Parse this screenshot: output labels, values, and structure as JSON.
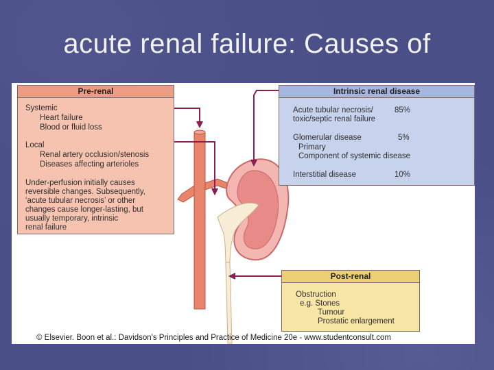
{
  "slide": {
    "title": "acute renal failure: Causes of"
  },
  "prerenal": {
    "header": "Pre-renal",
    "systemic": "Systemic",
    "heart_failure": "Heart failure",
    "blood_loss": "Blood or fluid loss",
    "local": "Local",
    "artery_occlusion": "Renal artery occlusion/stenosis",
    "arterioles": "Diseases affecting arterioles",
    "note": [
      "Under-perfusion initially causes",
      "reversible changes. Subsequently,",
      "‘acute tubular necrosis’ or other",
      "changes cause longer-lasting, but",
      "usually temporary, intrinsic",
      "renal failure"
    ]
  },
  "intrinsic": {
    "header": "Intrinsic renal disease",
    "atn_1": "Acute tubular necrosis/",
    "atn_2": "toxic/septic renal failure",
    "atn_pct": "85%",
    "glom": "Glomerular disease",
    "glom_pct": "5%",
    "primary": "Primary",
    "systemic_component": "Component of systemic disease",
    "interstitial": "Interstitial disease",
    "interstitial_pct": "10%"
  },
  "postrenal": {
    "header": "Post-renal",
    "obstruction": "Obstruction",
    "stones": "e.g. Stones",
    "tumour": "Tumour",
    "prostatic": "Prostatic enlargement"
  },
  "caption": "© Elsevier. Boon et al.: Davidson's Principles and Practice of Medicine 20e - www.studentconsult.com",
  "colors": {
    "background": "#4b4f88",
    "prerenal": "#f6c3b1",
    "intrinsic": "#c7d3ec",
    "postrenal": "#f8e6a6",
    "arrow": "#8b1f52",
    "vessel": "#e8836c"
  }
}
